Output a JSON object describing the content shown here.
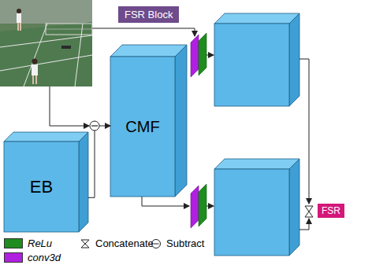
{
  "diagram": {
    "nodes": [
      {
        "text": [
          "FSR Block"
        ]
      },
      {
        "text": [
          "CMF"
        ]
      },
      {
        "text": [
          "EB"
        ]
      },
      {
        "text": [
          "FSR"
        ]
      }
    ],
    "edges": [
      {
        "from": 2,
        "to": 1,
        "arrow": "to"
      }
    ],
    "legend": [
      {
        "text": "ReLu",
        "color": "#1e8c1e"
      },
      {
        "text": "conv3d",
        "color": "#b020e0"
      },
      {
        "text": "Concatenate"
      },
      {
        "text": "Subtract"
      }
    ]
  }
}
